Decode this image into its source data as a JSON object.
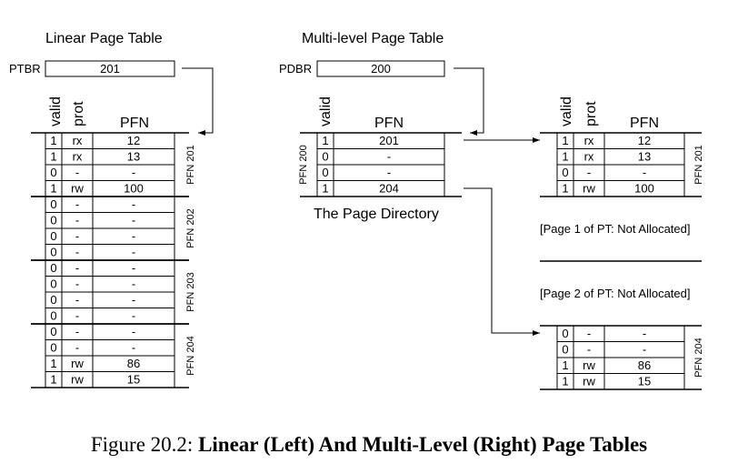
{
  "linear": {
    "title": "Linear Page Table",
    "register_label": "PTBR",
    "register_value": "201",
    "headers": {
      "valid": "valid",
      "prot": "prot",
      "pfn": "PFN"
    },
    "pages": [
      {
        "label": "PFN 201",
        "rows": [
          [
            "1",
            "rx",
            "12"
          ],
          [
            "1",
            "rx",
            "13"
          ],
          [
            "0",
            "-",
            "-"
          ],
          [
            "1",
            "rw",
            "100"
          ]
        ]
      },
      {
        "label": "PFN 202",
        "rows": [
          [
            "0",
            "-",
            "-"
          ],
          [
            "0",
            "-",
            "-"
          ],
          [
            "0",
            "-",
            "-"
          ],
          [
            "0",
            "-",
            "-"
          ]
        ]
      },
      {
        "label": "PFN 203",
        "rows": [
          [
            "0",
            "-",
            "-"
          ],
          [
            "0",
            "-",
            "-"
          ],
          [
            "0",
            "-",
            "-"
          ],
          [
            "0",
            "-",
            "-"
          ]
        ]
      },
      {
        "label": "PFN 204",
        "rows": [
          [
            "0",
            "-",
            "-"
          ],
          [
            "0",
            "-",
            "-"
          ],
          [
            "1",
            "rw",
            "86"
          ],
          [
            "1",
            "rw",
            "15"
          ]
        ]
      }
    ]
  },
  "multilevel": {
    "title": "Multi-level Page Table",
    "register_label": "PDBR",
    "register_value": "200",
    "directory": {
      "label": "PFN 200",
      "caption": "The Page Directory",
      "headers": {
        "valid": "valid",
        "pfn": "PFN"
      },
      "rows": [
        [
          "1",
          "201"
        ],
        [
          "0",
          "-"
        ],
        [
          "0",
          "-"
        ],
        [
          "1",
          "204"
        ]
      ]
    },
    "pt_pages": [
      {
        "label": "PFN 201",
        "headers": {
          "valid": "valid",
          "prot": "prot",
          "pfn": "PFN"
        },
        "rows": [
          [
            "1",
            "rx",
            "12"
          ],
          [
            "1",
            "rx",
            "13"
          ],
          [
            "0",
            "-",
            "-"
          ],
          [
            "1",
            "rw",
            "100"
          ]
        ]
      },
      {
        "label": "PFN 204",
        "rows": [
          [
            "0",
            "-",
            "-"
          ],
          [
            "0",
            "-",
            "-"
          ],
          [
            "1",
            "rw",
            "86"
          ],
          [
            "1",
            "rw",
            "15"
          ]
        ]
      }
    ],
    "not_allocated": [
      "[Page 1 of PT: Not Allocated]",
      "[Page 2 of PT: Not Allocated]"
    ]
  },
  "caption": {
    "prefix": "Figure 20.2:",
    "bold": "Linear (Left) And Multi-Level (Right) Page Tables"
  }
}
